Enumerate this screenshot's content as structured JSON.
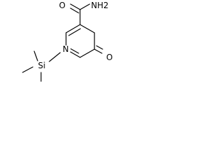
{
  "molecule": {
    "atoms": {
      "amide_nitrogen": "NH2",
      "amide_oxygen": "O",
      "ring_nitrogen": "N",
      "ketone_oxygen": "O",
      "silicon": "Si"
    },
    "bond_color": "#000000",
    "label_color": "#000000",
    "background": "#ffffff"
  }
}
